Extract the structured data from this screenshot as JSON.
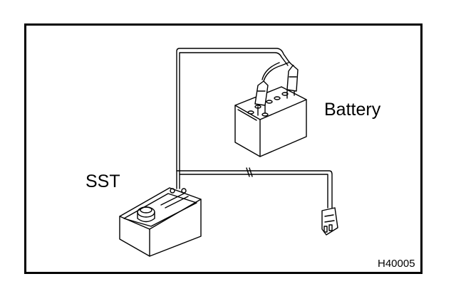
{
  "labels": {
    "battery": "Battery",
    "sst": "SST",
    "figure_code": "H40005"
  },
  "colors": {
    "line": "#000000",
    "background": "#ffffff"
  }
}
